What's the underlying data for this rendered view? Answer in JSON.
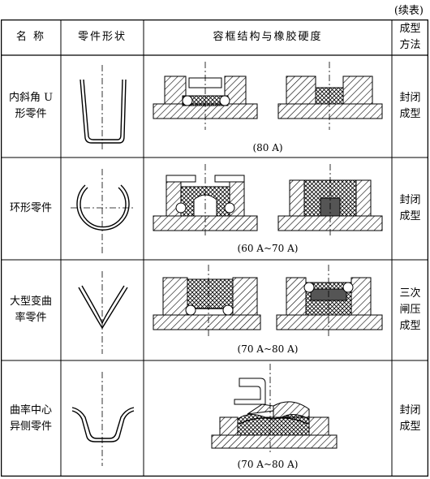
{
  "continued_label": "(续表)",
  "headers": {
    "name": "名  称",
    "shape": "零件形状",
    "structure": "容框结构与橡胶硬度",
    "method": "成型\n方法"
  },
  "rows": [
    {
      "name": "内斜角 U\n形零件",
      "hardness": "(80 A)",
      "method": "封闭\n成型"
    },
    {
      "name": "环形零件",
      "hardness": "(60 A~70 A)",
      "method": "封闭\n成型"
    },
    {
      "name": "大型变曲\n率零件",
      "hardness": "(70 A~80 A)",
      "method": "三次\n闸压\n成型"
    },
    {
      "name": "曲率中心\n异侧零件",
      "hardness": "(70 A~80 A)",
      "method": "封闭\n成型"
    }
  ]
}
